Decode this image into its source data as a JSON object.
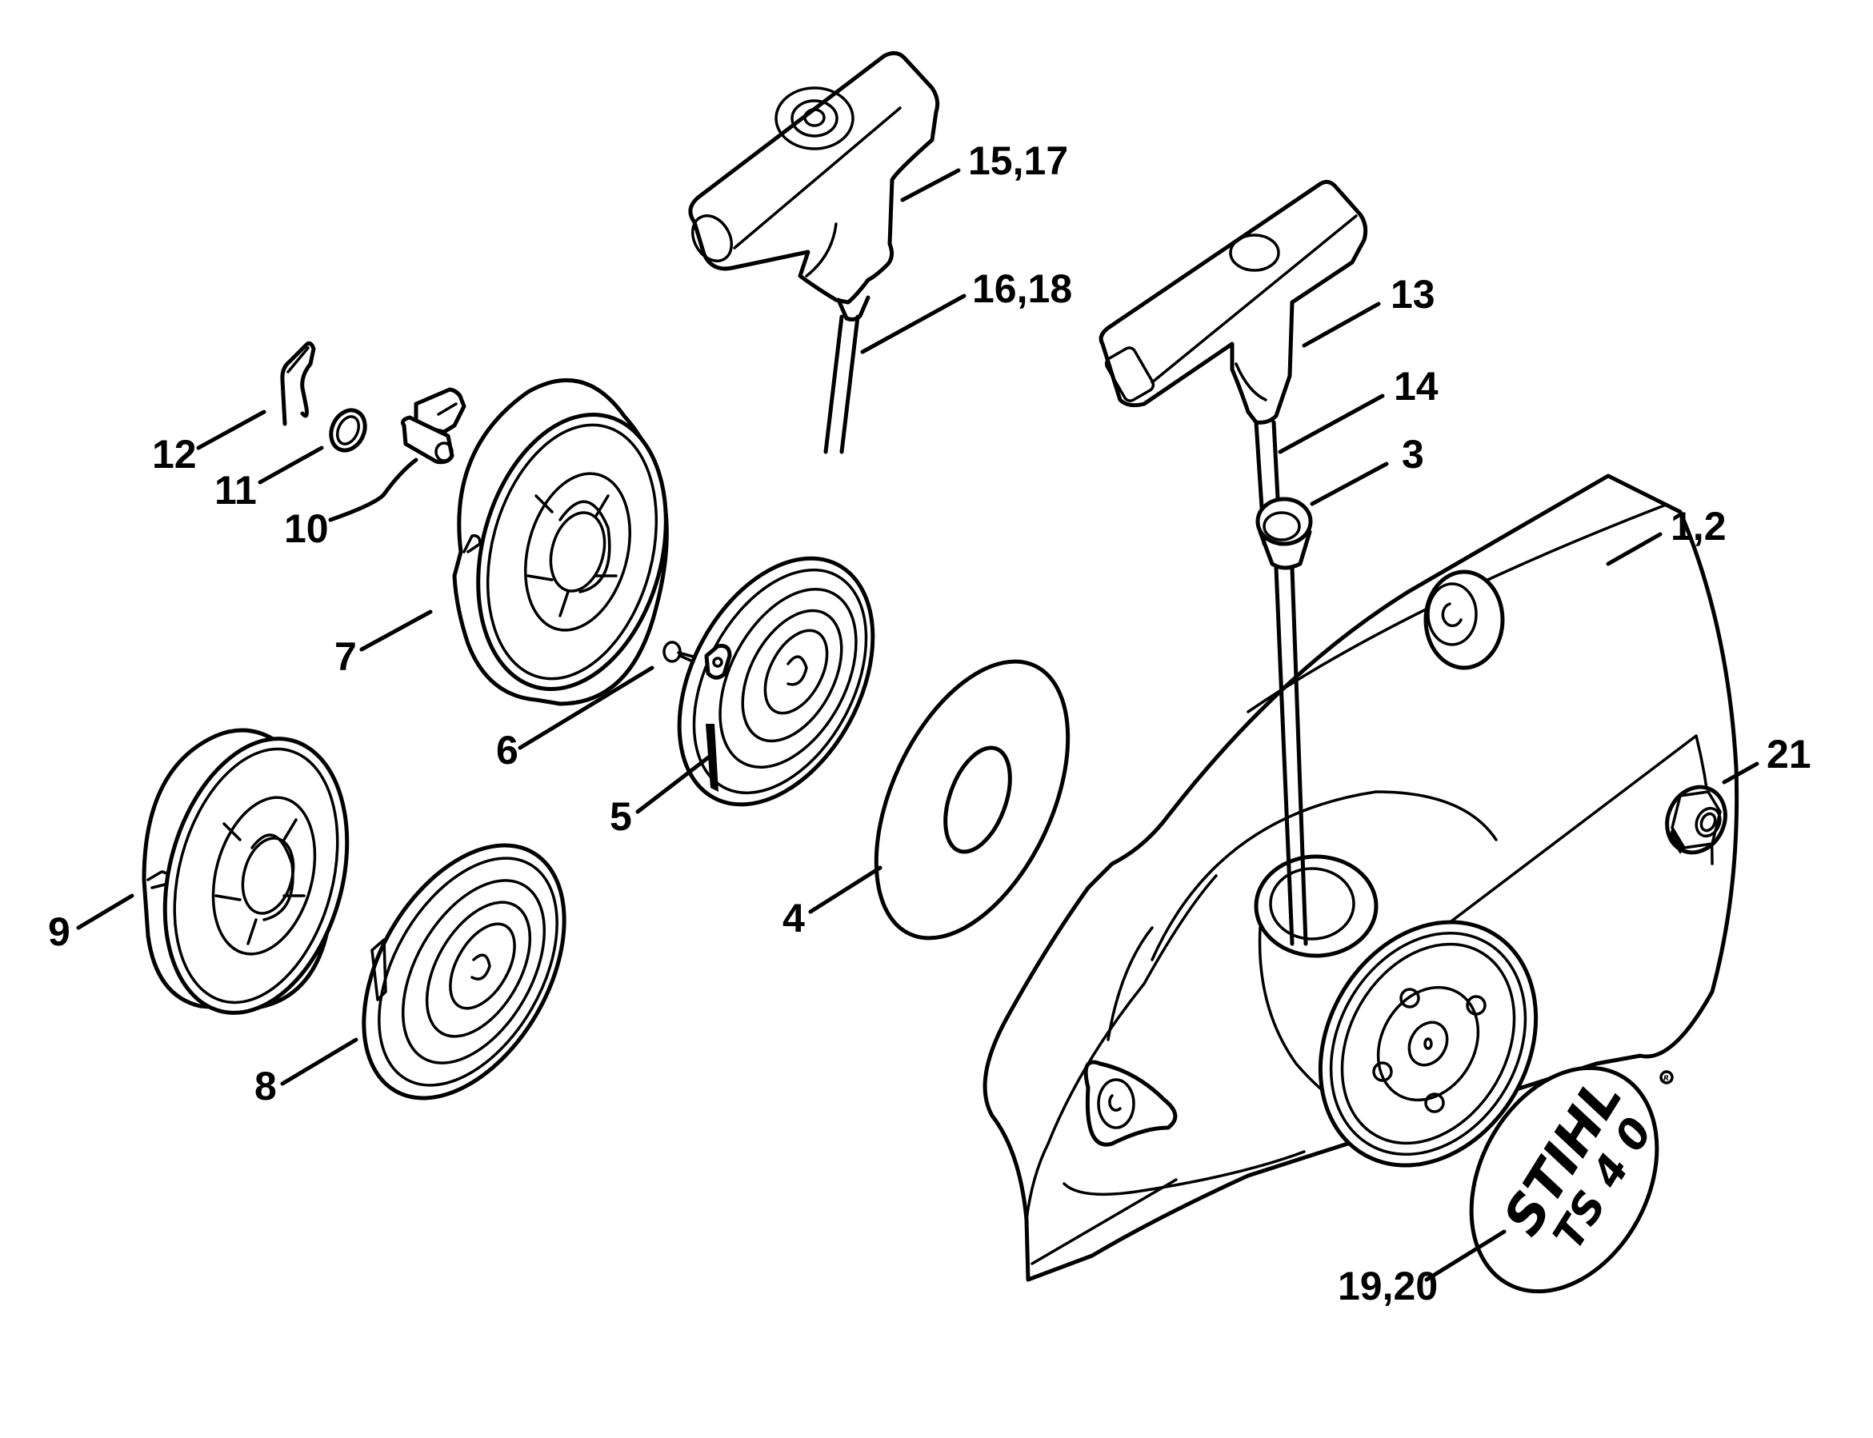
{
  "diagram": {
    "title": "Rewind starter exploded parts diagram",
    "line_color": "#000000",
    "background_color": "#ffffff",
    "parts": [
      {
        "id": "housing",
        "callout": "1,2",
        "description": "Fan/starter housing"
      },
      {
        "id": "grommet",
        "callout": "3",
        "description": "Rope guide bushing"
      },
      {
        "id": "washer",
        "callout": "4",
        "description": "Washer"
      },
      {
        "id": "spring-housing-5",
        "callout": "5",
        "description": "Rewind spring with housing"
      },
      {
        "id": "screw",
        "callout": "6",
        "description": "Screw"
      },
      {
        "id": "rope-rotor-7",
        "callout": "7",
        "description": "Rope rotor"
      },
      {
        "id": "spring-8",
        "callout": "8",
        "description": "Rewind spring"
      },
      {
        "id": "rope-rotor-9",
        "callout": "9",
        "description": "Rope rotor"
      },
      {
        "id": "pawl",
        "callout": "10",
        "description": "Pawl"
      },
      {
        "id": "washer-ring",
        "callout": "11",
        "description": "Washer ring"
      },
      {
        "id": "spring-clip",
        "callout": "12",
        "description": "Spring clip"
      },
      {
        "id": "handle-13",
        "callout": "13",
        "description": "Starter grip"
      },
      {
        "id": "rope-14",
        "callout": "14",
        "description": "Starter rope"
      },
      {
        "id": "handle-15-17",
        "callout": "15,17",
        "description": "Starter grip"
      },
      {
        "id": "rope-16-18",
        "callout": "16,18",
        "description": "Starter rope"
      },
      {
        "id": "badge",
        "callout": "19,20",
        "description": "Model plate"
      },
      {
        "id": "nut",
        "callout": "21",
        "description": "Collar nut"
      }
    ],
    "badge_text": {
      "brand": "STIHL",
      "model": "TS 4",
      "model_suffix": "0",
      "registered_mark": "R"
    }
  }
}
